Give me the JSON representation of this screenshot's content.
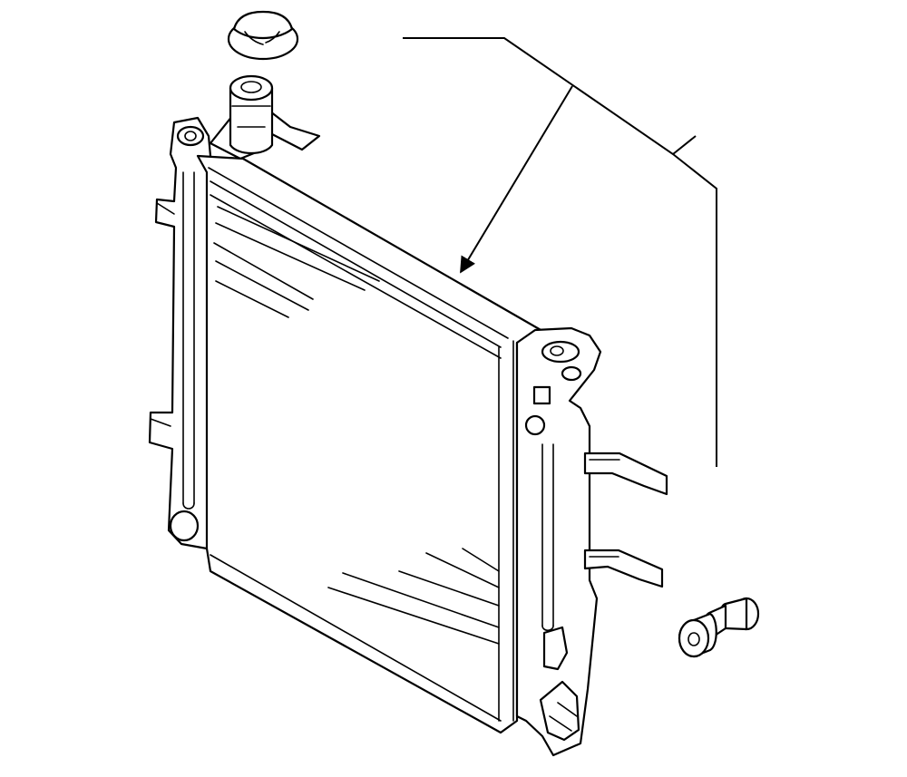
{
  "diagram": {
    "type": "exploded-parts-illustration",
    "background_color": "#ffffff",
    "line_color": "#000000",
    "parts": [
      "radiator-cap",
      "filler-neck",
      "radiator-core",
      "left-side-tank",
      "right-side-tank",
      "mounting-bracket",
      "drain-plug"
    ],
    "callout_labels": []
  }
}
